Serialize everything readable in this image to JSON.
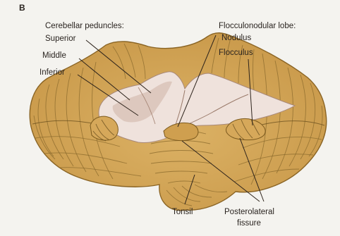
{
  "panel_label": "B",
  "labels": {
    "cerebellar_peduncles": "Cerebellar peduncles:",
    "superior": "Superior",
    "middle": "Middle",
    "inferior": "Inferior",
    "flocculonodular_lobe": "Flocculonodular lobe:",
    "nodulus": "Nodulus",
    "flocculus": "Flocculus",
    "tonsil": "Tonsil",
    "posterolateral_line1": "Posterolateral",
    "posterolateral_line2": "fissure"
  },
  "colors": {
    "background": "#f4f3ef",
    "cerebellum_fill": "#d3a655",
    "cerebellum_edge": "#8a6424",
    "peduncle_fill": "#efe2dc",
    "peduncle_shadow": "#d9c3b8",
    "text": "#2a2420"
  }
}
